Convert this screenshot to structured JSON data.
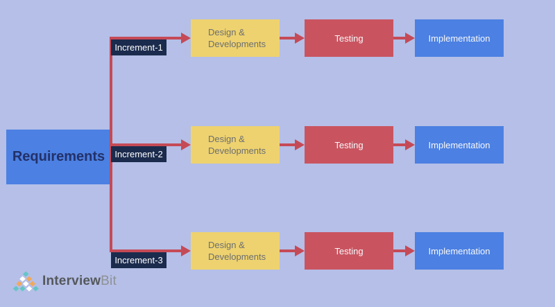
{
  "requirements_label": "Requirements",
  "rows": [
    {
      "increment": "Increment-1",
      "design_line1": "Design &",
      "design_line2": "Developments",
      "testing": "Testing",
      "implementation": "Implementation"
    },
    {
      "increment": "Increment-2",
      "design_line1": "Design &",
      "design_line2": "Developments",
      "testing": "Testing",
      "implementation": "Implementation"
    },
    {
      "increment": "Increment-3",
      "design_line1": "Design &",
      "design_line2": "Developments",
      "testing": "Testing",
      "implementation": "Implementation"
    }
  ],
  "logo": {
    "bold": "Interview",
    "light": "Bit"
  },
  "colors": {
    "background": "#b5bfe7",
    "blue_box": "#4c80e2",
    "yellow_box": "#eed26f",
    "red_box": "#c95460",
    "navy_label": "#1b2b4d",
    "arrow_red": "#c54a57",
    "requirements_text": "#233169",
    "logo_teal": "#64c5c7",
    "logo_orange": "#f1a85b"
  }
}
